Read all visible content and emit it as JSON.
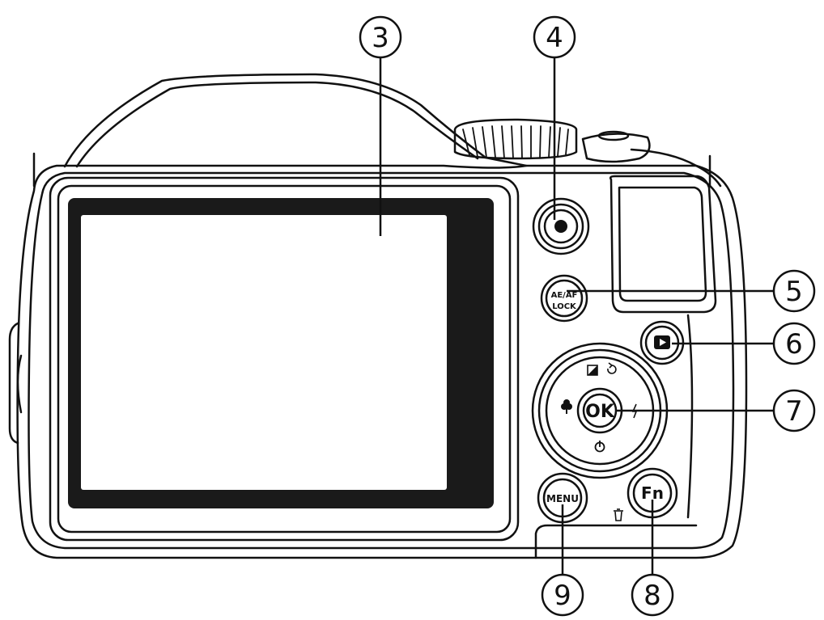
{
  "callouts": [
    {
      "id": "3",
      "label": "3"
    },
    {
      "id": "4",
      "label": "4"
    },
    {
      "id": "5",
      "label": "5"
    },
    {
      "id": "6",
      "label": "6"
    },
    {
      "id": "7",
      "label": "7"
    },
    {
      "id": "8",
      "label": "8"
    },
    {
      "id": "9",
      "label": "9"
    }
  ],
  "buttons": {
    "ae_af_line1": "AE/AF",
    "ae_af_line2": "LOCK",
    "ok": "OK",
    "menu": "MENU",
    "fn": "Fn"
  },
  "icons": {
    "record": "record-dot-icon",
    "playback": "playback-icon",
    "exposure": "exposure-compensation-icon",
    "macro": "macro-flower-icon",
    "flash": "flash-icon",
    "self_timer": "self-timer-icon",
    "delete": "trash-icon"
  },
  "colors": {
    "line": "#111111",
    "screen_border": "#1a1a1a",
    "screen": "#ffffff"
  }
}
